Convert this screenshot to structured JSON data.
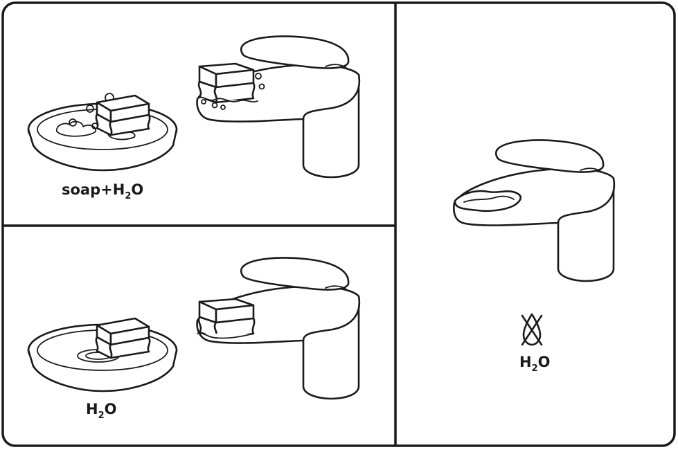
{
  "panels": {
    "soap_wash": {
      "label_main": "soap+H",
      "label_sub": "2",
      "label_tail": "O"
    },
    "water_rinse": {
      "label_main": "H",
      "label_sub": "2",
      "label_tail": "O"
    },
    "dry_wipe": {
      "label_main": "H",
      "label_sub": "2",
      "label_tail": "O",
      "prohibition_icon": "no-water-drop-icon"
    }
  },
  "colors": {
    "line": "#1a1a1a",
    "background": "#ffffff"
  }
}
